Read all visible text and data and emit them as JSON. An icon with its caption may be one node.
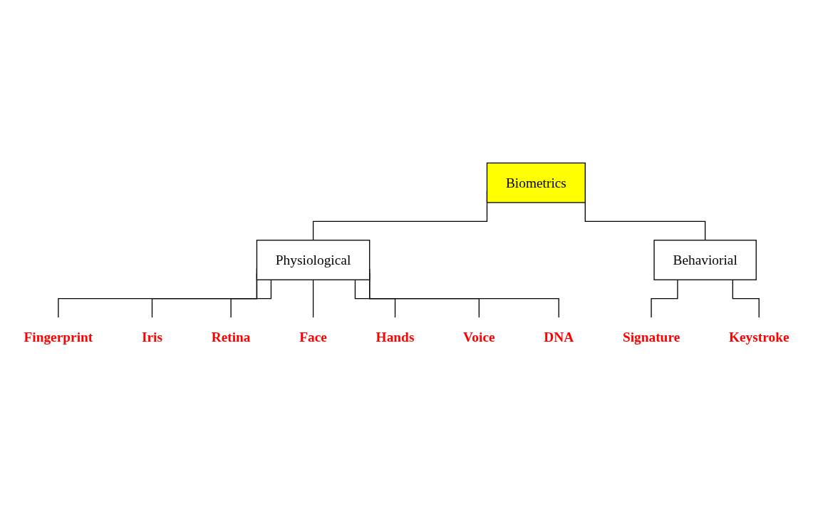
{
  "diagram": {
    "nodes": [
      {
        "text": [
          "Biometrics"
        ]
      },
      {
        "text": [
          "Physiological"
        ]
      },
      {
        "text": [
          "Behaviorial"
        ]
      },
      {
        "text": [
          "Fingerprint"
        ]
      },
      {
        "text": [
          "Iris"
        ]
      },
      {
        "text": [
          "Retina"
        ]
      },
      {
        "text": [
          "Face"
        ]
      },
      {
        "text": [
          "Hands"
        ]
      },
      {
        "text": [
          "Voice"
        ]
      },
      {
        "text": [
          "DNA"
        ]
      },
      {
        "text": [
          "Signature"
        ]
      },
      {
        "text": [
          "Keystroke"
        ]
      }
    ],
    "edges": [
      {
        "from": 0,
        "to": 1,
        "arrow": "none"
      },
      {
        "from": 0,
        "to": 2,
        "arrow": "none"
      },
      {
        "from": 1,
        "to": 3,
        "arrow": "none"
      },
      {
        "from": 1,
        "to": 4,
        "arrow": "none"
      },
      {
        "from": 1,
        "to": 5,
        "arrow": "none"
      },
      {
        "from": 1,
        "to": 6,
        "arrow": "none"
      },
      {
        "from": 1,
        "to": 7,
        "arrow": "none"
      },
      {
        "from": 1,
        "to": 8,
        "arrow": "none"
      },
      {
        "from": 1,
        "to": 9,
        "arrow": "none"
      },
      {
        "from": 2,
        "to": 10,
        "arrow": "none"
      },
      {
        "from": 2,
        "to": 11,
        "arrow": "none"
      }
    ]
  }
}
